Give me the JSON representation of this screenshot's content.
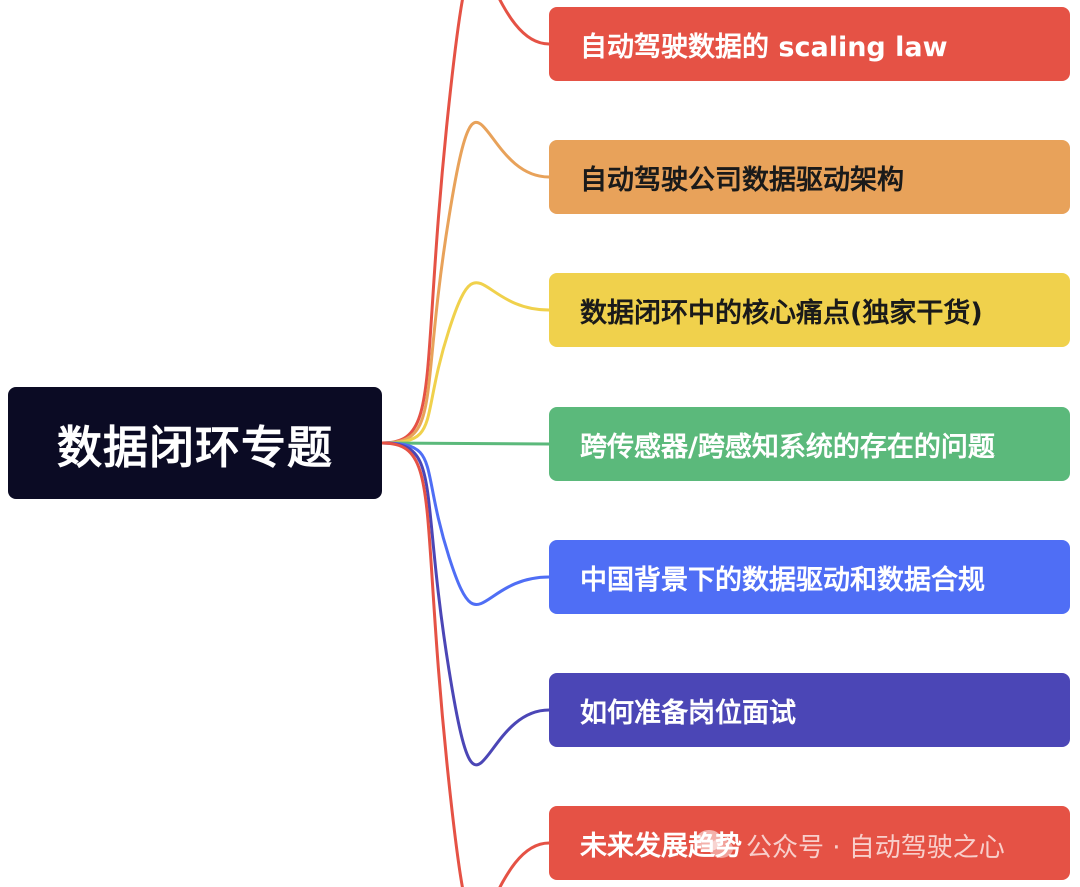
{
  "root": {
    "title": "数据闭环专题",
    "color": "#0b0b24"
  },
  "branches": [
    {
      "label": "自动驾驶数据的 scaling law",
      "color": "#e55245"
    },
    {
      "label": "自动驾驶公司数据驱动架构",
      "color": "#e8a25a"
    },
    {
      "label": "数据闭环中的核心痛点(独家干货)",
      "color": "#f0d14c"
    },
    {
      "label": "跨传感器/跨感知系统的存在的问题",
      "color": "#5bb97b"
    },
    {
      "label": "中国背景下的数据驱动和数据合规",
      "color": "#4f6ef5"
    },
    {
      "label": "如何准备岗位面试",
      "color": "#4b46b6"
    },
    {
      "label": "未来发展趋势",
      "color": "#e55245"
    }
  ],
  "watermark": {
    "text": "公众号 · 自动驾驶之心",
    "icon": "wechat-icon"
  }
}
